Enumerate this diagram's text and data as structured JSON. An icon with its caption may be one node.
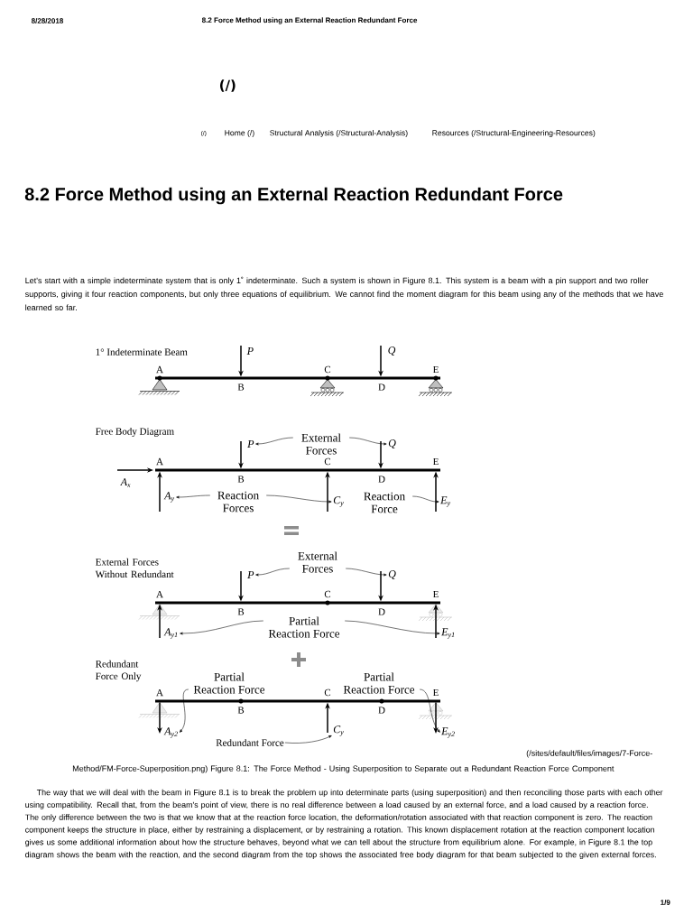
{
  "diagram": {
    "title": "8.2 Force Method using an External Reaction Redundant Force",
    "caption": "(/sites/default/files/images/7-Force-Method/FM-Force-Superposition.png) Figure 8.1: The Force Method - Using Superposition to Separate out a Redundant Reaction Force Component",
    "nodes": [
      {
        "text": [
          "External Forces"
        ]
      },
      {
        "text": [
          "P"
        ]
      },
      {
        "text": [
          "Q"
        ]
      },
      {
        "text": [
          "Reaction Forces"
        ]
      },
      {
        "text": [
          "A$_{y}$"
        ]
      },
      {
        "text": [
          "C$_{y}$"
        ]
      },
      {
        "text": [
          "Reaction Force"
        ]
      },
      {
        "text": [
          "E$_{y}$"
        ]
      },
      {
        "text": [
          "External Forces"
        ]
      },
      {
        "text": [
          "P"
        ]
      },
      {
        "text": [
          "Q"
        ]
      },
      {
        "text": [
          "Partial Reaction Force"
        ]
      },
      {
        "text": [
          "A$_{y1}$"
        ]
      },
      {
        "text": [
          "E$_{y1}$"
        ]
      },
      {
        "text": [
          "Partial Reaction Force"
        ]
      },
      {
        "text": [
          "Partial Reaction Force"
        ]
      },
      {
        "text": [
          "A$_{y2}$"
        ]
      },
      {
        "text": [
          "C$_{y}$"
        ]
      },
      {
        "text": [
          "E$_{y2}$"
        ]
      },
      {
        "text": [
          "Redundant Force"
        ]
      }
    ],
    "edges": [
      {
        "from": 0,
        "to": 1,
        "arrow": "to"
      },
      {
        "from": 0,
        "to": 2,
        "arrow": "to"
      },
      {
        "from": 3,
        "to": 4,
        "arrow": "to"
      },
      {
        "from": 3,
        "to": 5,
        "arrow": "to"
      },
      {
        "from": 6,
        "to": 7,
        "arrow": "to"
      },
      {
        "from": 8,
        "to": 9,
        "arrow": "to"
      },
      {
        "from": 8,
        "to": 10,
        "arrow": "to"
      },
      {
        "from": 11,
        "to": 12,
        "arrow": "to"
      },
      {
        "from": 11,
        "to": 13,
        "arrow": "to"
      },
      {
        "from": 14,
        "to": 16,
        "arrow": "to"
      },
      {
        "from": 15,
        "to": 18,
        "arrow": "to"
      },
      {
        "from": 19,
        "to": 17,
        "arrow": "to"
      }
    ],
    "labels": [
      "8/28/2018",
      "8.2 Force Method using an External Reaction Redundant Force",
      "(/)",
      "(/)",
      "Home (/)",
      "Structural Analysis (/Structural-Analysis)",
      "Resources (/Structural-Engineering-Resources)",
      "Let's start with a simple indeterminate system that is only 1˚ indeterminate. Such a system is shown in Figure 8.1. This system is a beam with a pin support and two roller supports, giving it four reaction components, but only three equations of equilibrium. We cannot find the moment diagram for this beam using any of the methods that we have learned so far.",
      "1° Indeterminate Beam",
      "P",
      "Q",
      "A",
      "B",
      "C",
      "D",
      "E",
      "Free Body Diagram",
      "A$_{x}$",
      "A",
      "B",
      "C",
      "D",
      "E",
      "External Forces Without Redundant",
      "A",
      "B",
      "C",
      "D",
      "E",
      "Redundant Force Only",
      "A",
      "B",
      "C",
      "D",
      "E",
      "The way that we will deal with the beam in Figure 8.1 is to break the problem up into determinate parts (using superposition) and then reconciling those parts with each other using compatibility. Recall that, from the beam's point of view, there is no real difference between a load caused by an external force, and a load caused by a reaction force. The only difference between the two is that we know that at the reaction force location, the deformation/rotation associated with that reaction component is zero. The reaction component keeps the structure in place, either by restraining a displacement, or by restraining a rotation. This known displacement rotation at the reaction component location gives us some additional information about how the structure behaves, beyond what we can tell about the structure from equilibrium alone. For example, in Figure 8.1 the top diagram shows the beam with the reaction, and the second diagram from the top shows the associated free body diagram for that beam subjected to the given external forces.",
      "1/9"
    ]
  }
}
